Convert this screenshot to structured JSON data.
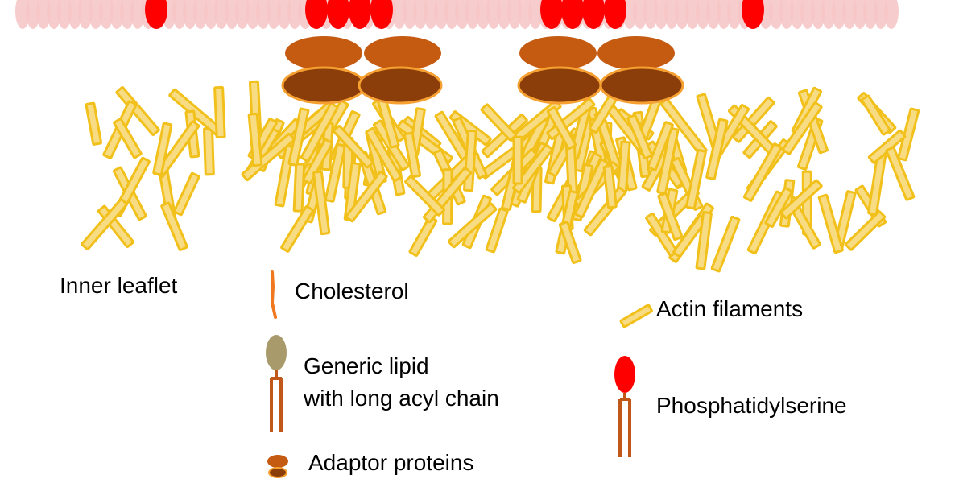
{
  "labels": {
    "inner_leaflet": "Inner leaflet",
    "cholesterol": "Cholesterol",
    "generic_lipid_line1": "Generic lipid",
    "generic_lipid_line2": "with long acyl chain",
    "adaptor_proteins": "Adaptor proteins",
    "actin_filaments": "Actin filaments",
    "phosphatidylserine": "Phosphatidylserine"
  },
  "colors": {
    "membrane_lipid": "#f6c7c7",
    "phosphatidylserine": "#ff0000",
    "cholesterol": "#f07820",
    "generic_lipid_head": "#a89a6a",
    "lipid_tail": "#c0581a",
    "adaptor_top": "#c55a11",
    "adaptor_bottom": "#8b3d0a",
    "adaptor_outline": "#f5a030",
    "actin_fill": "#f8dc84",
    "actin_stroke": "#f2c01a"
  }
}
